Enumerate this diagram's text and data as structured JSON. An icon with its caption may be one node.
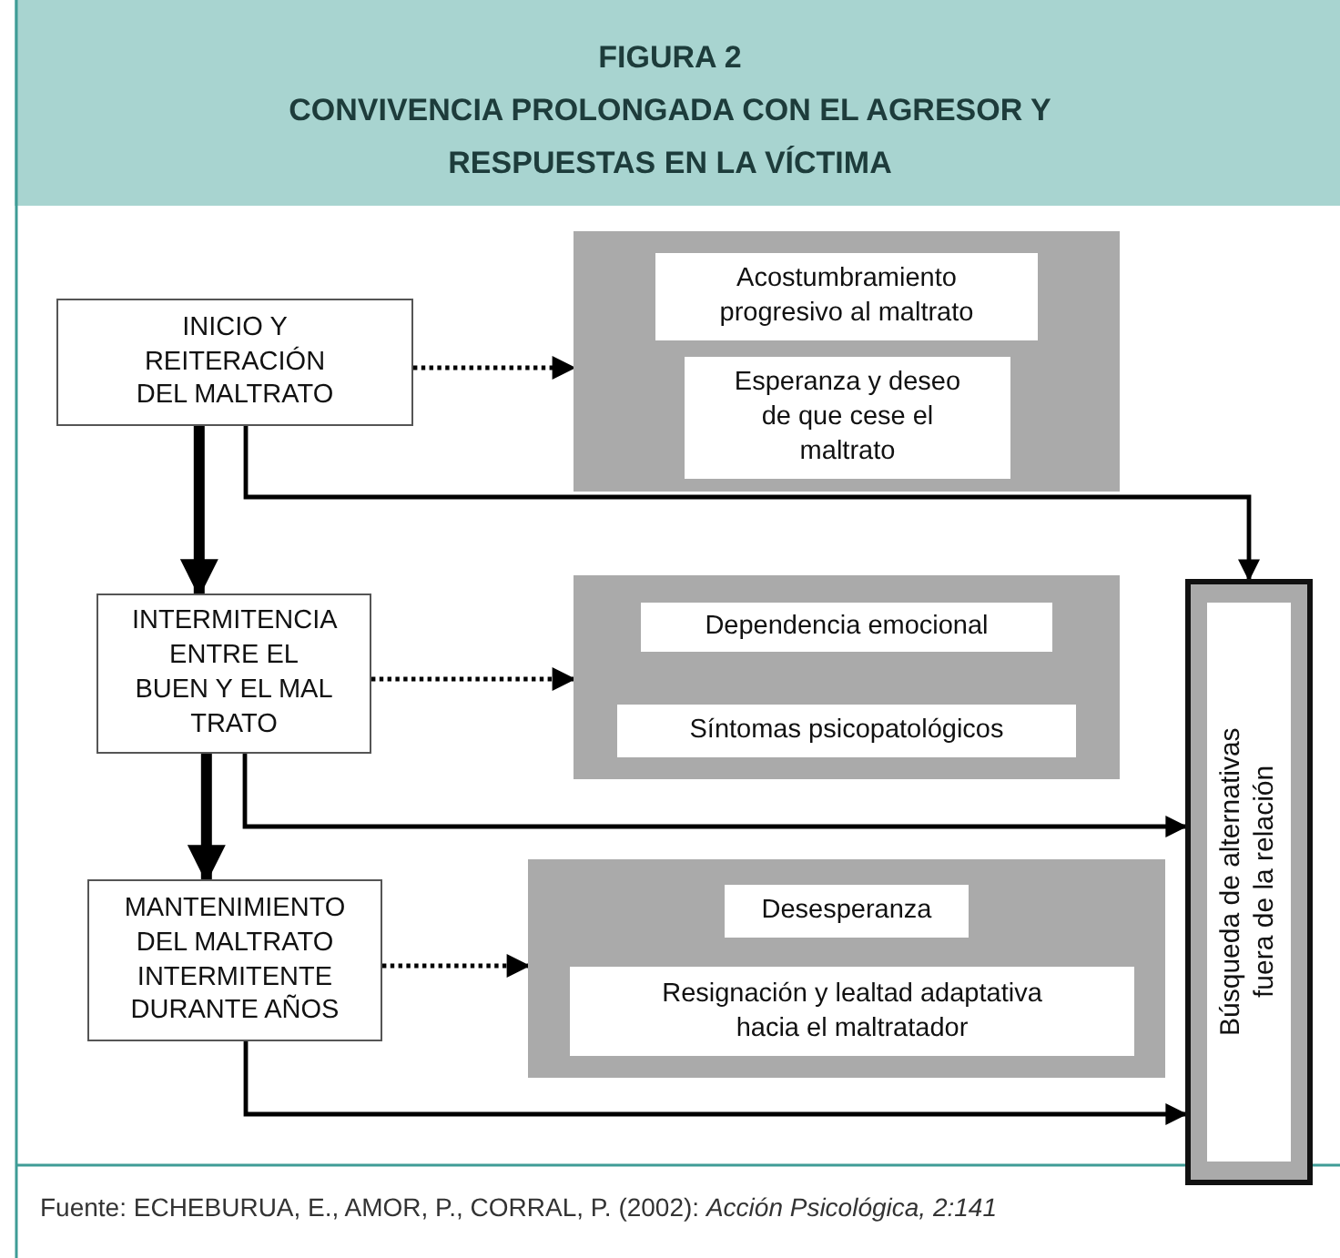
{
  "diagram": {
    "title": "FIGURA 2",
    "caption": "Fuente: ECHEBURUA, E., AMOR, P., CORRAL, P. (2002): *Acción Psicológica, 2:141*",
    "labels": [
      "CONVIVENCIA PROLONGADA CON EL AGRESOR Y RESPUESTAS EN LA VÍCTIMA"
    ],
    "nodes": [
      {
        "text": [
          "INICIO Y REITERACIÓN DEL MALTRATO"
        ]
      },
      {
        "text": [],
        "shape": "box"
      },
      {
        "text": [
          "Acostumbramiento progresivo al maltrato"
        ],
        "in": 1
      },
      {
        "text": [
          "Esperanza y deseo de que cese el maltrato"
        ],
        "in": 1
      },
      {
        "text": [
          "INTERMITENCIA ENTRE EL BUEN Y EL MAL TRATO"
        ]
      },
      {
        "text": [],
        "shape": "box"
      },
      {
        "text": [
          "Dependencia emocional"
        ],
        "in": 5
      },
      {
        "text": [
          "Síntomas psicopatológicos"
        ],
        "in": 5
      },
      {
        "text": [
          "MANTENIMIENTO DEL MALTRATO INTERMITENTE DURANTE AÑOS"
        ]
      },
      {
        "text": [],
        "shape": "box"
      },
      {
        "text": [
          "Desesperanza"
        ],
        "in": 9
      },
      {
        "text": [
          "Resignación y lealtad adaptativa hacia el maltratador"
        ],
        "in": 9
      },
      {
        "text": [
          "Búsqueda de alternativas fuera de la relación"
        ]
      }
    ],
    "edges": [
      {
        "from": 0,
        "to": 1,
        "arrow": "to",
        "style": "dashed"
      },
      {
        "from": 0,
        "to": 4,
        "arrow": "to",
        "style": "thick"
      },
      {
        "from": 0,
        "to": 12,
        "arrow": "to"
      },
      {
        "from": 4,
        "to": 5,
        "arrow": "to",
        "style": "dashed"
      },
      {
        "from": 4,
        "to": 8,
        "arrow": "to",
        "style": "thick"
      },
      {
        "from": 4,
        "to": 12,
        "arrow": "to"
      },
      {
        "from": 8,
        "to": 9,
        "arrow": "to",
        "style": "dashed"
      },
      {
        "from": 8,
        "to": 12,
        "arrow": "to"
      }
    ]
  }
}
